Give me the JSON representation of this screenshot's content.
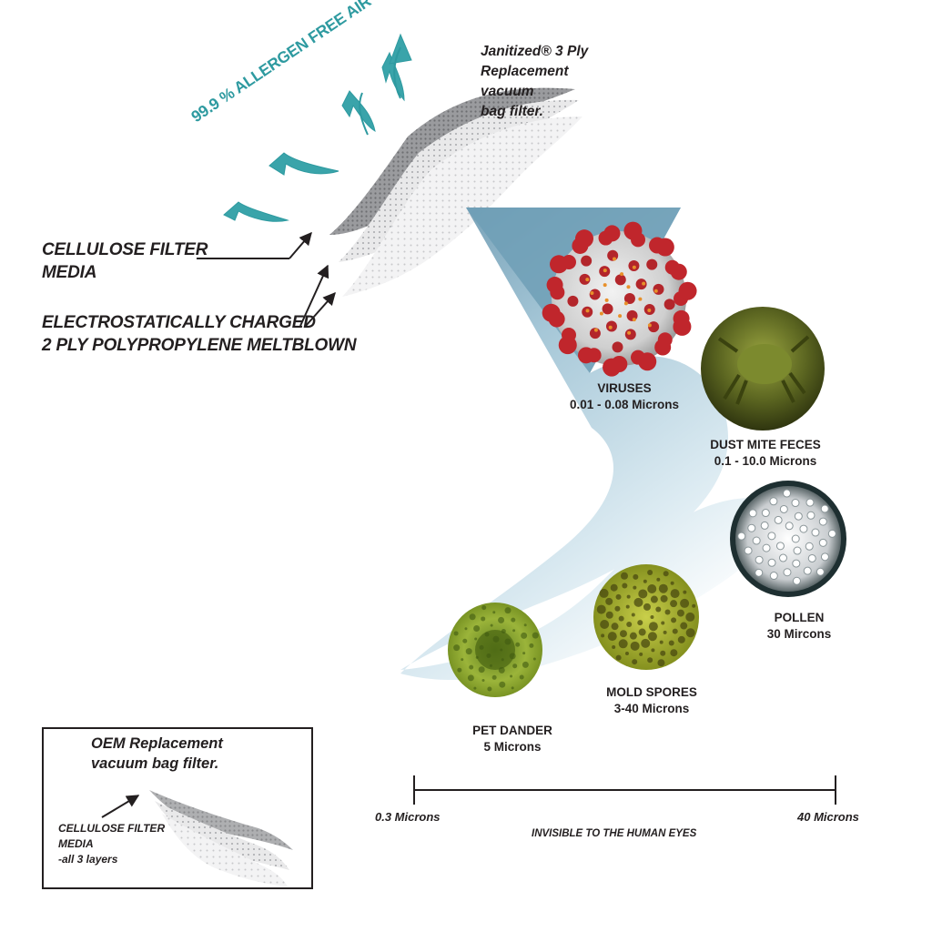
{
  "product_label": [
    "Janitized® 3 Ply",
    "Replacement",
    "vacuum",
    "bag filter."
  ],
  "air_label": "99.9 % ALLERGEN FREE AIR",
  "cellulose_label": [
    "CELLULOSE FILTER",
    "MEDIA"
  ],
  "electro_label": [
    "ELECTROSTATICALLY CHARGED",
    "2 PLY POLYPROPYLENE MELTBLOWN"
  ],
  "particles": [
    {
      "name": "VIRUSES",
      "size": "0.01 - 0.08 Microns",
      "icon": "virus-icon"
    },
    {
      "name": "DUST MITE FECES",
      "size": "0.1 - 10.0 Microns",
      "icon": "dust-mite-icon"
    },
    {
      "name": "POLLEN",
      "size": "30 Mircons",
      "icon": "pollen-icon"
    },
    {
      "name": "MOLD SPORES",
      "size": "3-40 Microns",
      "icon": "mold-spore-icon"
    },
    {
      "name": "PET DANDER",
      "size": "5 Microns",
      "icon": "pet-dander-icon"
    }
  ],
  "scale": {
    "min_label": "0.3 Microns",
    "max_label": "40 Microns",
    "caption": "INVISIBLE TO THE HUMAN EYES"
  },
  "oem": {
    "title": [
      "OEM Replacement",
      "vacuum bag filter."
    ],
    "layer_label": [
      "CELLULOSE FILTER",
      "MEDIA",
      "-all 3 layers"
    ]
  },
  "colors": {
    "air_teal": "#2e9aa0",
    "funnel_blue": "#6f9fb6",
    "virus_red": "#c0262c",
    "mold_green": "#8e9a1e",
    "text": "#231f20"
  }
}
